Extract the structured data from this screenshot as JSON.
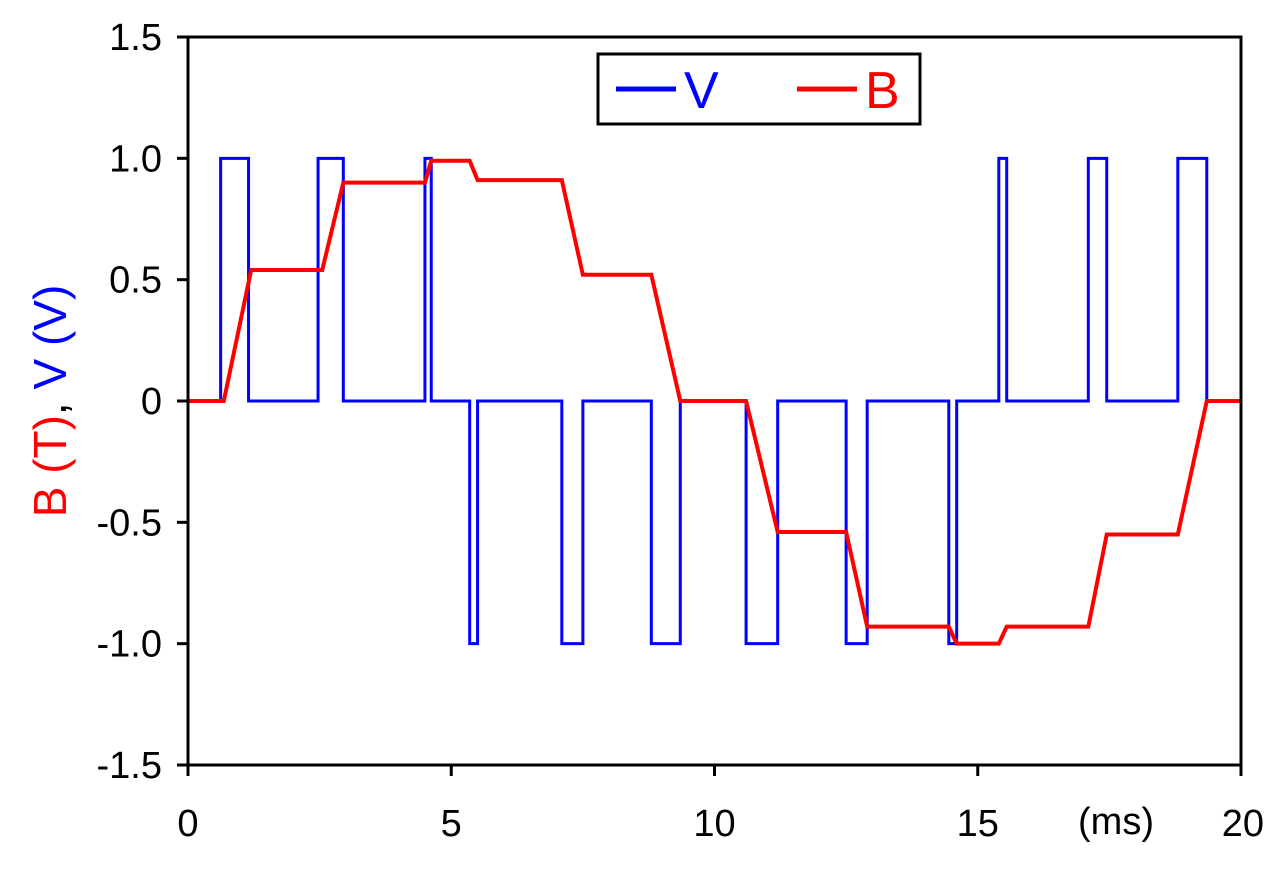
{
  "chart_data": {
    "type": "line",
    "title": "",
    "xlabel": "(ms)",
    "ylabel_parts": [
      {
        "text": "B (T)",
        "color": "#ff0000"
      },
      {
        "text": ", ",
        "color": "#000000"
      },
      {
        "text": "V (V)",
        "color": "#0000ff"
      }
    ],
    "xlim": [
      0,
      20
    ],
    "ylim": [
      -1.5,
      1.5
    ],
    "x_ticks": [
      0,
      5,
      10,
      15,
      20
    ],
    "x_tick_labels": [
      "0",
      "5",
      "10",
      "15",
      "20"
    ],
    "y_ticks": [
      1.5,
      1.0,
      0.5,
      0,
      -0.5,
      -1.0,
      -1.5
    ],
    "y_tick_labels": [
      "1.5",
      "1.0",
      "0.5",
      "0",
      "-0.5",
      "-1.0",
      "-1.5"
    ],
    "grid": false,
    "legend_position": "top-center",
    "series": [
      {
        "name": "V",
        "color": "#0000ff",
        "step": true,
        "x": [
          0,
          0.62,
          0.62,
          1.15,
          1.15,
          2.47,
          2.47,
          2.95,
          2.95,
          4.5,
          4.5,
          4.62,
          4.62,
          5.35,
          5.35,
          5.5,
          5.5,
          7.1,
          7.1,
          7.5,
          7.5,
          8.8,
          8.8,
          9.35,
          9.35,
          10.6,
          10.6,
          11.2,
          11.2,
          12.5,
          12.5,
          12.9,
          12.9,
          14.45,
          14.45,
          14.6,
          14.6,
          15.4,
          15.4,
          15.55,
          15.55,
          17.1,
          17.1,
          17.45,
          17.45,
          18.8,
          18.8,
          19.35,
          19.35,
          20
        ],
        "values": [
          0,
          0,
          1,
          1,
          0,
          0,
          1,
          1,
          0,
          0,
          1,
          1,
          0,
          0,
          -1,
          -1,
          0,
          0,
          -1,
          -1,
          0,
          0,
          -1,
          -1,
          0,
          0,
          -1,
          -1,
          0,
          0,
          -1,
          -1,
          0,
          0,
          -1,
          -1,
          0,
          0,
          1,
          1,
          0,
          0,
          1,
          1,
          0,
          0,
          1,
          1,
          0,
          0
        ]
      },
      {
        "name": "B",
        "color": "#ff0000",
        "step": false,
        "x": [
          0,
          0.68,
          1.2,
          2.55,
          2.95,
          4.5,
          4.62,
          5.35,
          5.5,
          7.1,
          7.5,
          8.8,
          9.35,
          10.6,
          11.2,
          12.5,
          12.9,
          14.45,
          14.6,
          15.4,
          15.55,
          17.1,
          17.45,
          18.8,
          19.35,
          20
        ],
        "values": [
          0,
          0,
          0.54,
          0.54,
          0.9,
          0.9,
          0.99,
          0.99,
          0.91,
          0.91,
          0.52,
          0.52,
          0,
          0,
          -0.54,
          -0.54,
          -0.93,
          -0.93,
          -1.0,
          -1.0,
          -0.93,
          -0.93,
          -0.55,
          -0.55,
          0,
          0
        ]
      }
    ]
  }
}
